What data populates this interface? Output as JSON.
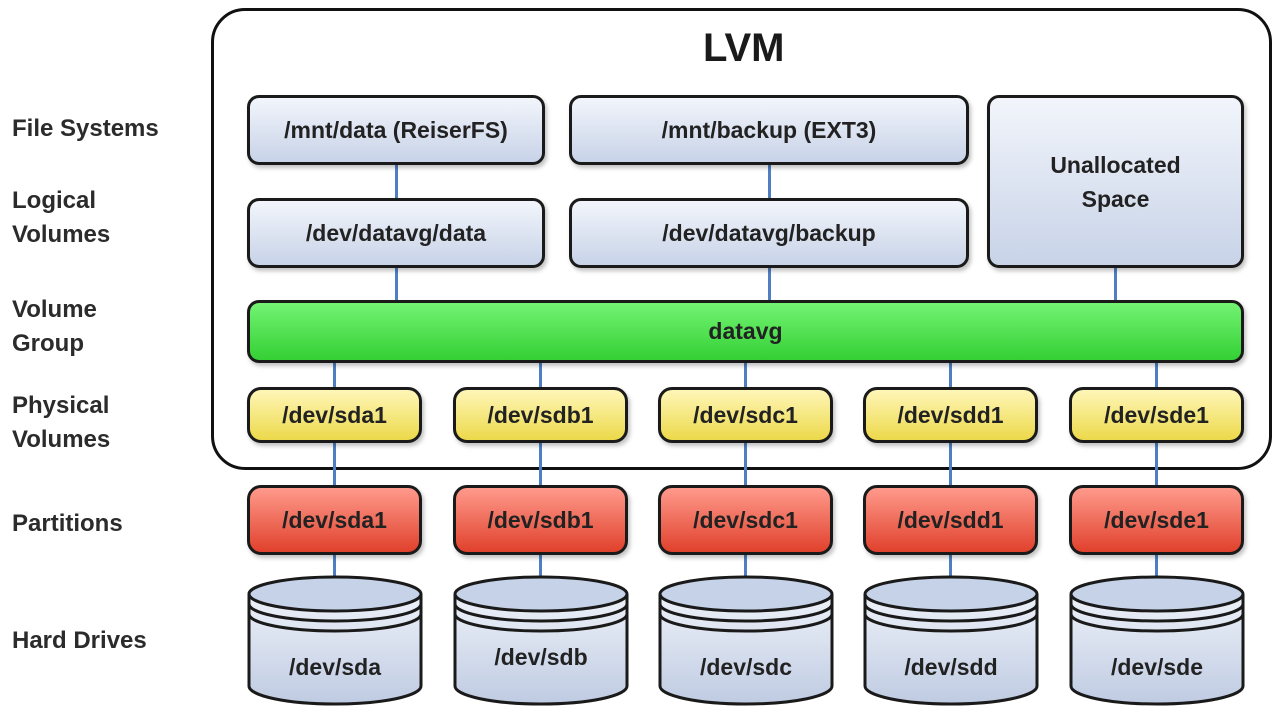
{
  "diagram": {
    "title": "LVM",
    "row_labels": {
      "file_systems": "File Systems",
      "logical_volumes": "Logical\nVolumes",
      "volume_group": "Volume\nGroup",
      "physical_volumes": "Physical\nVolumes",
      "partitions": "Partitions",
      "hard_drives": "Hard Drives"
    },
    "file_systems": [
      "/mnt/data (ReiserFS)",
      "/mnt/backup (EXT3)"
    ],
    "unallocated": "Unallocated\nSpace",
    "logical_volumes": [
      "/dev/datavg/data",
      "/dev/datavg/backup"
    ],
    "volume_group": "datavg",
    "physical_volumes": [
      "/dev/sda1",
      "/dev/sdb1",
      "/dev/sdc1",
      "/dev/sdd1",
      "/dev/sde1"
    ],
    "partitions": [
      "/dev/sda1",
      "/dev/sdb1",
      "/dev/sdc1",
      "/dev/sdd1",
      "/dev/sde1"
    ],
    "hard_drives": [
      "/dev/sda",
      "/dev/sdb",
      "/dev/sdc",
      "/dev/sdd",
      "/dev/sde"
    ],
    "colors": {
      "link": "#4f7fc2",
      "volume_group": "#3ddc3d",
      "physical_volume": "#f2e05a",
      "partition": "#e8513c",
      "logical": "#d3dcee"
    }
  }
}
